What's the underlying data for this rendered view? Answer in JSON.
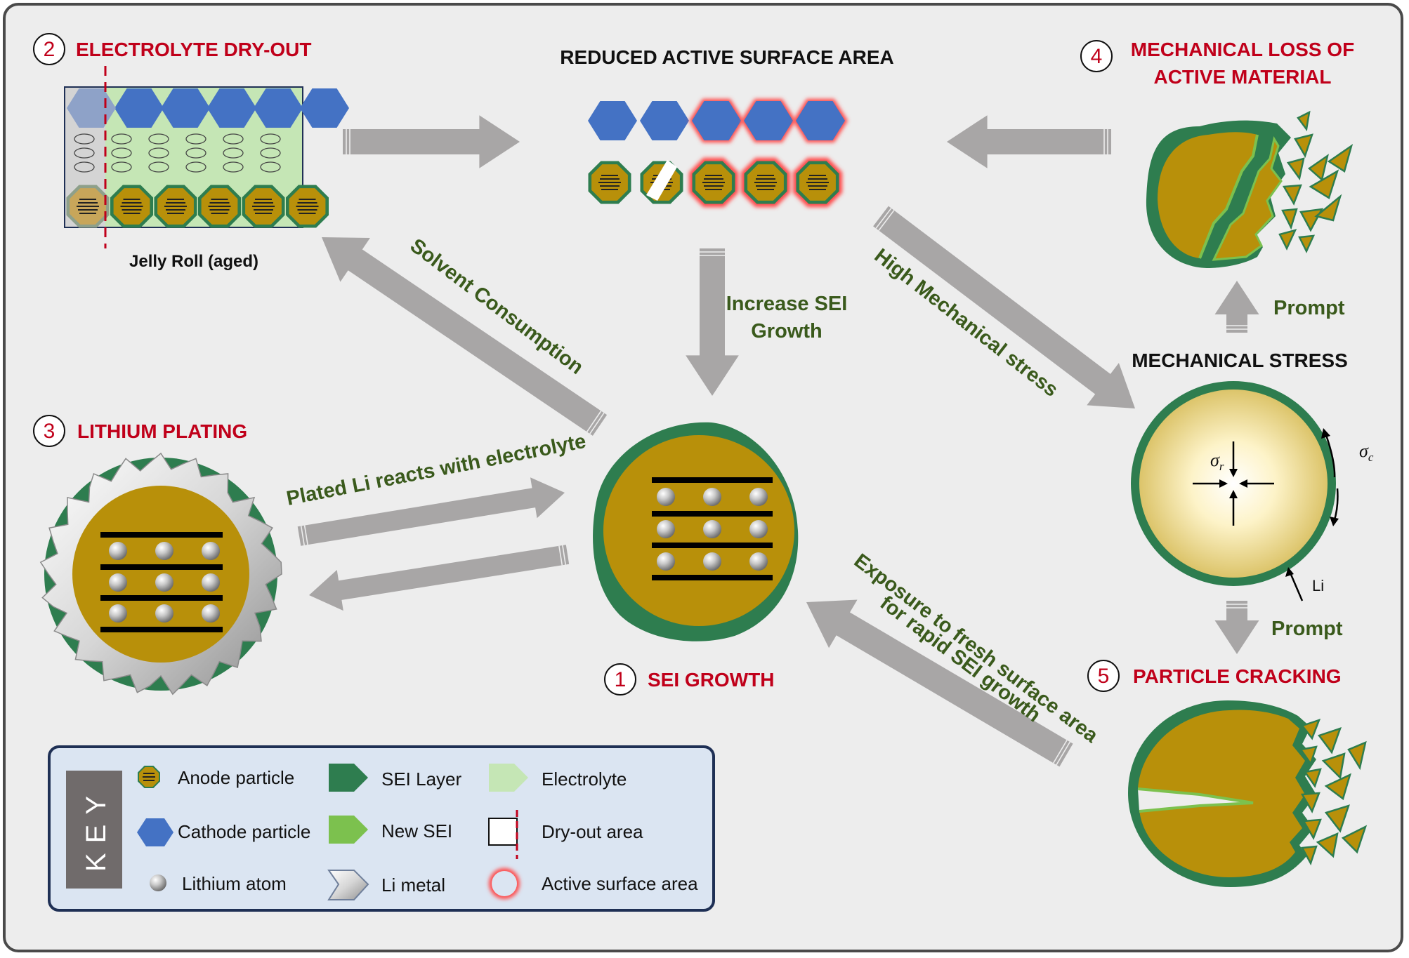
{
  "titles": {
    "electrolyte_dry_out": "ELECTROLYTE DRY-OUT",
    "reduced_active_surface_area": "REDUCED ACTIVE SURFACE AREA",
    "mechanical_loss_line1": "MECHANICAL LOSS OF",
    "mechanical_loss_line2": "ACTIVE MATERIAL",
    "lithium_plating": "LITHIUM PLATING",
    "sei_growth": "SEI GROWTH",
    "mechanical_stress": "MECHANICAL STRESS",
    "particle_cracking": "PARTICLE CRACKING"
  },
  "numbers": {
    "sei_growth": "1",
    "electrolyte_dry_out": "2",
    "lithium_plating": "3",
    "mechanical_loss": "4",
    "particle_cracking": "5"
  },
  "captions": {
    "jelly_roll": "Jelly Roll (aged)"
  },
  "arrow_labels": {
    "solvent_consumption": "Solvent Consumption",
    "increase_sei_line1": "Increase SEI",
    "increase_sei_line2": "Growth",
    "high_mechanical_stress": "High Mechanical stress",
    "plated_li": "Plated Li reacts with electrolyte",
    "exposure_line1": "Exposure to fresh surface area",
    "exposure_line2": "for rapid SEI growth",
    "prompt_upper": "Prompt",
    "prompt_lower": "Prompt"
  },
  "stress_symbols": {
    "sigma": "σ",
    "radial_sub": "r",
    "circ_sub": "c",
    "li": "Li"
  },
  "key": {
    "title": "KEY",
    "items": [
      "Anode particle",
      "Cathode particle",
      "Lithium atom",
      "SEI Layer",
      "New SEI",
      "Li metal",
      "Electrolyte",
      "Dry-out area",
      "Active surface area"
    ]
  },
  "colors": {
    "anode": "#b8900a",
    "sei": "#2e7d4f",
    "new_sei": "#7cc14e",
    "cathode": "#4472c4",
    "electrolyte": "#c5e6b5",
    "arrow": "#a8a6a6",
    "title_red": "#c0001a",
    "label_green": "#3a5a1c",
    "active_glow": "#ff4a4a",
    "key_bg": "#dbe5f2",
    "key_border": "#1f3055"
  }
}
